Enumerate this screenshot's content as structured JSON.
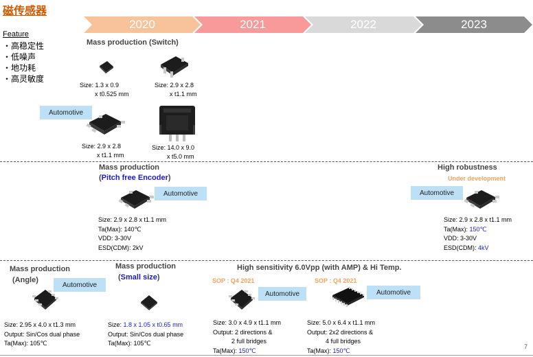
{
  "title": "磁传感器",
  "feature": {
    "heading": "Feature",
    "items": [
      "・高稳定性",
      "・低噪声",
      "・地功耗",
      "・高灵敏度"
    ]
  },
  "timeline": [
    {
      "year": "2020",
      "color": "#f8c39a"
    },
    {
      "year": "2021",
      "color": "#f8999a"
    },
    {
      "year": "2022",
      "color": "#d9d9d9"
    },
    {
      "year": "2023",
      "color": "#8c8c8c"
    }
  ],
  "automotive_label": "Automotive",
  "switch_section": {
    "heading": "Mass production (Switch)",
    "specs": [
      [
        "Size: 1.3 x 0.9",
        "x t0.525 mm"
      ],
      [
        "Size: 2.9 x 2.8",
        "x t1.1 mm"
      ],
      [
        "Size: 2.9 x 2.8",
        "x t1.1 mm"
      ],
      [
        "Size: 14.0 x 9.0",
        "x t5.0 mm"
      ]
    ]
  },
  "encoder_section": {
    "heading": "Mass production",
    "sub": "(Pitch free Encoder)",
    "sub_open": "(",
    "sub_blue": "Pitch free Encoder",
    "sub_close": ")",
    "spec_lines": [
      "Size: 2.9 x 2.8 x t1.1 mm",
      "Ta(Max): 140℃",
      "VDD: 3-30V",
      "ESD(CDM): 2kV"
    ]
  },
  "robust_section": {
    "heading": "High robustness",
    "status": "Under development",
    "spec_size": "Size: 2.9 x 2.8 x t1.1 mm",
    "ta_label": "Ta(Max): ",
    "ta_value": "150℃",
    "vdd": "VDD: 3-30V",
    "esd_label": "ESD(CDM): ",
    "esd_value": "4kV"
  },
  "angle_section": {
    "heading": "Mass production",
    "sub": "(Angle)",
    "spec_lines": [
      "Size: 2.95 x 4.0 x t1.3 mm",
      "Output: Sin/Cos dual phase",
      "Ta(Max): 105℃"
    ]
  },
  "small_section": {
    "heading": "Mass production",
    "sub_open": "(",
    "sub_blue": "Small size",
    "sub_close": ")",
    "size_label": "Size: ",
    "size_value": "1.8 x 1.05 x t0.65 mm",
    "output": "Output: Sin/Cos dual phase",
    "ta": "Ta(Max): 105℃"
  },
  "sensitivity_section": {
    "heading": "High sensitivity 6.0Vpp (with AMP) & Hi Temp.",
    "products": [
      {
        "sop": "SOP : Q4 2021",
        "size": "Size: 3.0 x 4.9 x t1.1 mm",
        "output_1": "Output: 2 directions &",
        "output_2": "2 full bridges",
        "ta_label": "Ta(Max): ",
        "ta_value": "150℃"
      },
      {
        "sop": "SOP : Q4 2021",
        "size": "Size: 5.0 x 6.4 x t1.1 mm",
        "output_1": "Output: 2x2 directions &",
        "output_2": "4 full bridges",
        "ta_label": "Ta(Max): ",
        "ta_value": "150℃"
      }
    ]
  },
  "page_number": "7"
}
